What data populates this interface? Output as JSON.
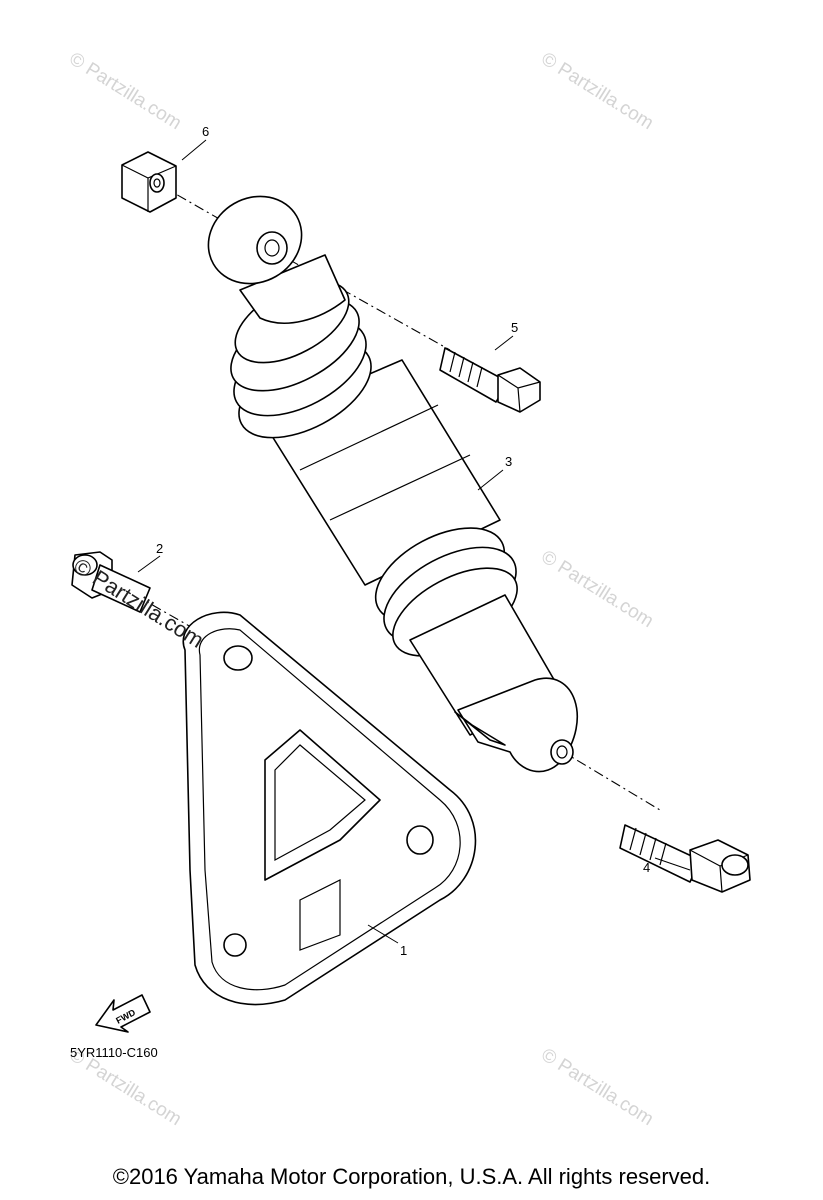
{
  "parts": [
    {
      "num": "1",
      "label": "1"
    },
    {
      "num": "2",
      "label": "2"
    },
    {
      "num": "3",
      "label": "3"
    },
    {
      "num": "4",
      "label": "4"
    },
    {
      "num": "5",
      "label": "5"
    },
    {
      "num": "6",
      "label": "6"
    }
  ],
  "fwd_label": "FWD",
  "diagram_code": "5YR1110-C160",
  "watermark": {
    "small": "© Partzilla.com",
    "large": "© Partzilla.com"
  },
  "copyright": "©2016  Yamaha Motor Corporation, U.S.A. All rights reserved.",
  "colors": {
    "line": "#000000",
    "watermark": "#d4d4d4",
    "background": "#ffffff"
  }
}
